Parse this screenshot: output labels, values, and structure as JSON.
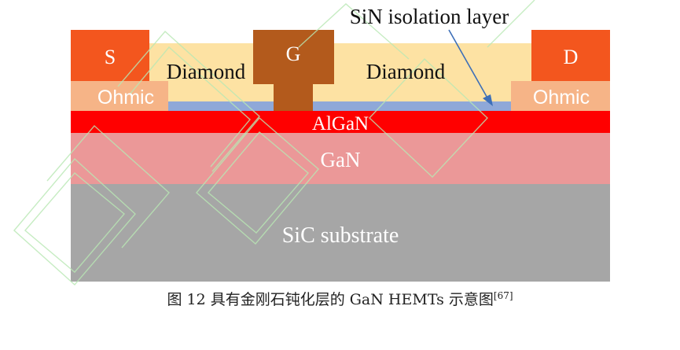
{
  "layers": {
    "source": "S",
    "gate": "G",
    "drain": "D",
    "diamond_left": "Diamond",
    "diamond_right": "Diamond",
    "ohmic_left": "Ohmic",
    "ohmic_right": "Ohmic",
    "algan": "AlGaN",
    "gan": "GaN",
    "substrate": "SiC substrate"
  },
  "annotation": {
    "sin_label": "SiN isolation layer"
  },
  "caption": {
    "text": "图  12  具有金刚石钝化层的 GaN HEMTs 示意图",
    "ref": "[67]"
  },
  "colors": {
    "contact": "#f3561e",
    "gate": "#b35a1c",
    "diamond": "#fde2a3",
    "ohmic": "#f6b487",
    "sin": "#8fa8d8",
    "algan": "#ff0000",
    "gan": "#eb9898",
    "substrate": "#a6a6a6",
    "watermark": "#b9e8b4"
  }
}
